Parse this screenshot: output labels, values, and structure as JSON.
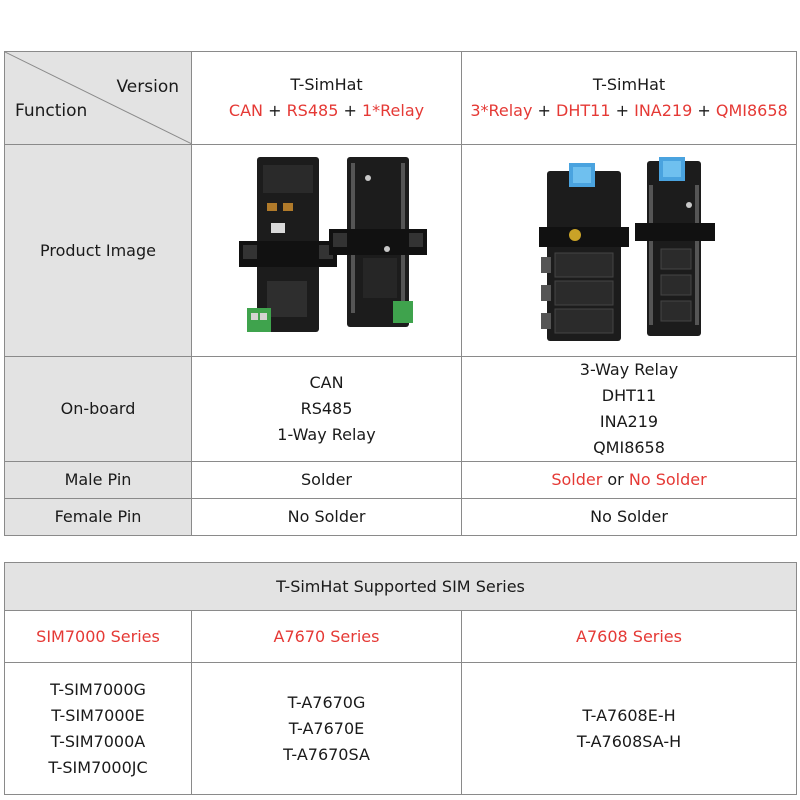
{
  "header": {
    "version_label": "Version",
    "function_label": "Function",
    "col1": {
      "title": "T-SimHat",
      "parts": [
        {
          "text": "CAN",
          "red": true
        },
        {
          "text": " + ",
          "red": false
        },
        {
          "text": "RS485",
          "red": true
        },
        {
          "text": " + ",
          "red": false
        },
        {
          "text": "1*Relay",
          "red": true
        }
      ]
    },
    "col2": {
      "title": "T-SimHat",
      "parts": [
        {
          "text": "3*Relay",
          "red": true
        },
        {
          "text": " + ",
          "red": false
        },
        {
          "text": "DHT11",
          "red": true
        },
        {
          "text": " + ",
          "red": false
        },
        {
          "text": "INA219",
          "red": true
        },
        {
          "text": " + ",
          "red": false
        },
        {
          "text": "QMI8658",
          "red": true
        }
      ]
    }
  },
  "rows": {
    "product_image_label": "Product Image",
    "onboard_label": "On-board",
    "onboard_col1": [
      "CAN",
      "RS485",
      "1-Way Relay"
    ],
    "onboard_col2": [
      "3-Way Relay",
      "DHT11",
      "INA219",
      "QMI8658"
    ],
    "male_pin_label": "Male Pin",
    "male_pin_col1": "Solder",
    "male_pin_col2": {
      "a": "Solder",
      "or": " or ",
      "b": "No Solder"
    },
    "female_pin_label": "Female Pin",
    "female_pin_col1": "No Solder",
    "female_pin_col2": "No Solder"
  },
  "sim": {
    "title": "T-SimHat Supported SIM Series",
    "series": [
      {
        "name": "SIM7000 Series",
        "models": [
          "T-SIM7000G",
          "T-SIM7000E",
          "T-SIM7000A",
          "T-SIM7000JC"
        ]
      },
      {
        "name": "A7670 Series",
        "models": [
          "T-A7670G",
          "T-A7670E",
          "T-A7670SA"
        ]
      },
      {
        "name": "A7608 Series",
        "models": [
          "T-A7608E-H",
          "T-A7608SA-H"
        ]
      }
    ]
  },
  "colors": {
    "accent_red": "#e53935",
    "header_gray": "#e3e3e3",
    "border": "#8a8a8a"
  }
}
